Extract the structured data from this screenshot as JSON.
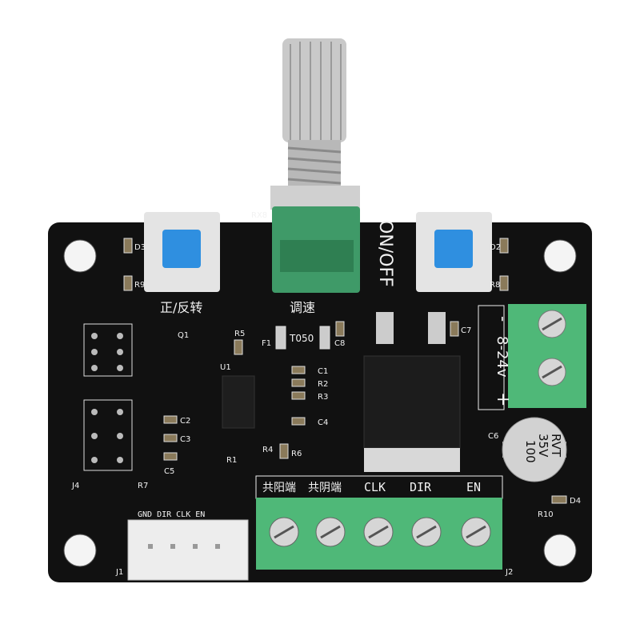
{
  "board": {
    "colors": {
      "pcb": "#111111",
      "terminal": "#4fb878",
      "button_cap": "#2f8fe0",
      "button_body": "#e4e4e4",
      "pot_body": "#3f9a68"
    },
    "labels": {
      "power_switch": "ON/OFF",
      "voltage": "8-24v",
      "voltage_plus": "+",
      "voltage_minus": "-",
      "direction": "正/反转",
      "speed": "调速",
      "fuse": "T050",
      "pot_ref": "RX8",
      "cap_value": "100",
      "cap_voltage": "35V",
      "cap_series": "RVT",
      "cap_ref": "C6",
      "header_pins": "GND DIR CLK EN",
      "j1": "J1",
      "j2": "J2",
      "j4": "J4",
      "u1": "U1",
      "q1": "Q1"
    },
    "terminal_labels": [
      "共阳端",
      "共阴端",
      "CLK",
      "DIR",
      "EN"
    ],
    "components": [
      "R5",
      "F1",
      "C8",
      "C7",
      "C1",
      "R2",
      "R3",
      "C4",
      "R6",
      "R4",
      "R1",
      "C2",
      "C3",
      "C5",
      "R7",
      "D3",
      "R9",
      "D2",
      "R8",
      "D4",
      "R10"
    ]
  }
}
